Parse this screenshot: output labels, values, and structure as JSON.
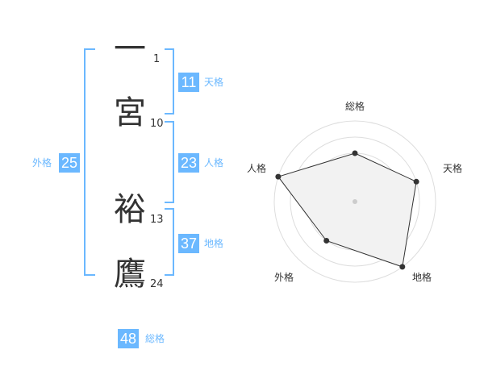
{
  "name": {
    "chars": [
      {
        "char": "一",
        "strokes": "1"
      },
      {
        "char": "宮",
        "strokes": "10"
      },
      {
        "char": "裕",
        "strokes": "13"
      },
      {
        "char": "鷹",
        "strokes": "24"
      }
    ]
  },
  "fortune": {
    "tenkaku": {
      "label": "天格",
      "value": "11"
    },
    "jinkaku": {
      "label": "人格",
      "value": "23"
    },
    "chikaku": {
      "label": "地格",
      "value": "37"
    },
    "gaikaku": {
      "label": "外格",
      "value": "25"
    },
    "soukaku": {
      "label": "総格",
      "value": "48"
    }
  },
  "colors": {
    "accent": "#6bb8ff",
    "text": "#333333"
  },
  "chart_data": {
    "type": "radar",
    "axes": [
      "総格",
      "天格",
      "地格",
      "外格",
      "人格"
    ],
    "values": [
      3,
      4,
      5,
      3,
      5
    ],
    "max": 5,
    "rings": 5
  }
}
